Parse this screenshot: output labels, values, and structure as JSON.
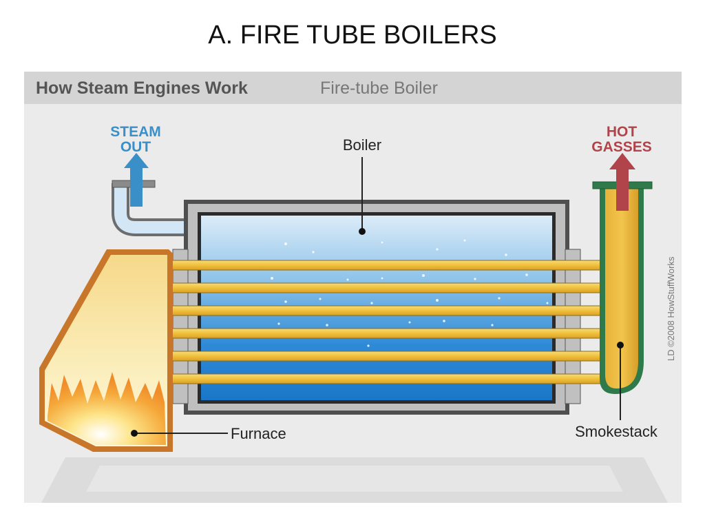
{
  "slide": {
    "title": "A. FIRE TUBE BOILERS"
  },
  "figure": {
    "header_main": "How Steam Engines Work",
    "header_sub": "Fire-tube Boiler",
    "labels": {
      "steam_out_line1": "STEAM",
      "steam_out_line2": "OUT",
      "hot_gasses_line1": "HOT",
      "hot_gasses_line2": "GASSES",
      "boiler": "Boiler",
      "furnace": "Furnace",
      "smokestack": "Smokestack"
    },
    "credit": "LD ©2008 HowStuffWorks",
    "colors": {
      "steam_blue": "#3a8fc9",
      "hot_red": "#b0444a",
      "tube_gold": "#f2c84a",
      "water_blue": "#1f7fcf",
      "furnace_orange": "#c8762a"
    }
  }
}
